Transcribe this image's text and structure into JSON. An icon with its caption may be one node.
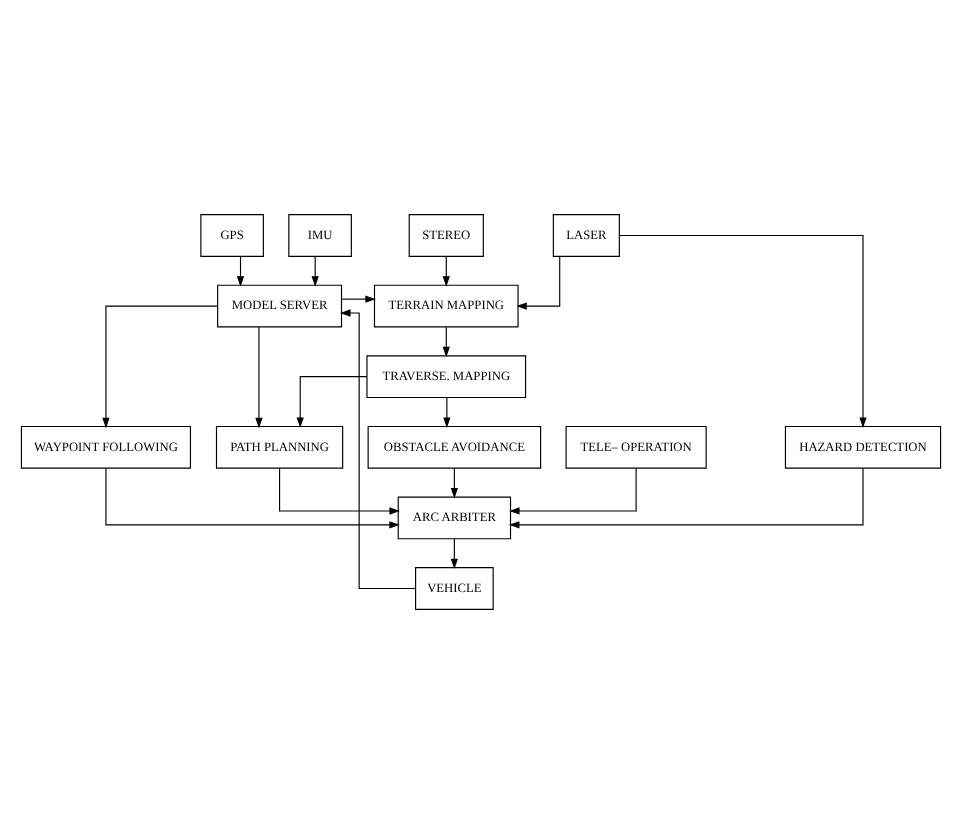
{
  "diagram": {
    "nodes": [
      {
        "text": [
          "LASER"
        ]
      },
      {
        "text": [
          "STEREO"
        ]
      },
      {
        "text": [
          "IMU"
        ]
      },
      {
        "text": [
          "GPS"
        ]
      },
      {
        "text": [
          "TERRAIN MAPPING"
        ]
      },
      {
        "text": [
          "MODEL SERVER"
        ]
      },
      {
        "text": [
          "TRAVERSE. MAPPING"
        ]
      },
      {
        "text": [
          "TELE– OPERATION"
        ]
      },
      {
        "text": [
          "HAZARD DETECTION"
        ]
      },
      {
        "text": [
          "OBSTACLE AVOIDANCE"
        ]
      },
      {
        "text": [
          "PATH PLANNING"
        ]
      },
      {
        "text": [
          "WAYPOINT FOLLOWING"
        ]
      },
      {
        "text": [
          "ARC ARBITER"
        ]
      },
      {
        "text": [
          "VEHICLE"
        ]
      }
    ],
    "edges": [
      {
        "from": 0,
        "to": 4,
        "arrow": "to"
      },
      {
        "from": 1,
        "to": 4,
        "arrow": "to"
      },
      {
        "from": 2,
        "to": 5,
        "arrow": "to"
      },
      {
        "from": 3,
        "to": 5,
        "arrow": "to"
      },
      {
        "from": 5,
        "to": 4,
        "arrow": "to"
      },
      {
        "from": 0,
        "to": 8,
        "arrow": "to"
      },
      {
        "from": 4,
        "to": 6,
        "arrow": "to"
      },
      {
        "from": 6,
        "to": 9,
        "arrow": "to"
      },
      {
        "from": 6,
        "to": 10,
        "arrow": "to"
      },
      {
        "from": 5,
        "to": 10,
        "arrow": "to"
      },
      {
        "from": 5,
        "to": 11,
        "arrow": "to"
      },
      {
        "from": 7,
        "to": 12,
        "arrow": "to"
      },
      {
        "from": 8,
        "to": 12,
        "arrow": "to"
      },
      {
        "from": 9,
        "to": 12,
        "arrow": "to"
      },
      {
        "from": 10,
        "to": 12,
        "arrow": "to"
      },
      {
        "from": 11,
        "to": 12,
        "arrow": "to"
      },
      {
        "from": 12,
        "to": 13,
        "arrow": "to"
      },
      {
        "from": 13,
        "to": 5,
        "arrow": "to"
      }
    ]
  }
}
